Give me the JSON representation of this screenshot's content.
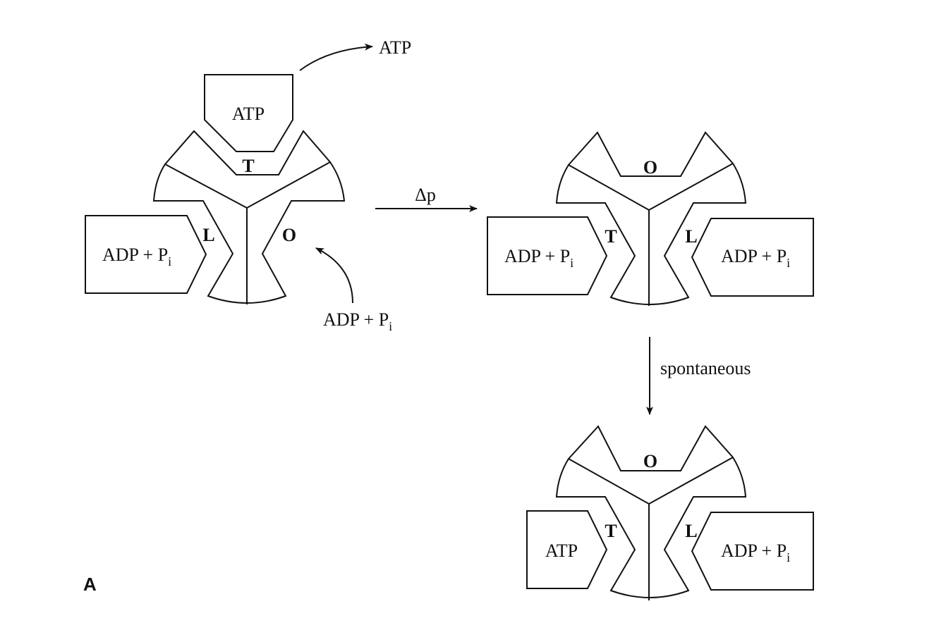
{
  "panel_label": "A",
  "labels": {
    "atp": "ATP",
    "adp_pi": "ADP + P",
    "pi_subscript": "i",
    "delta_p": "Δp",
    "spontaneous": "spontaneous"
  },
  "sites": {
    "t": "T",
    "l": "L",
    "o": "O"
  },
  "colors": {
    "stroke": "#111111",
    "background": "#ffffff"
  }
}
